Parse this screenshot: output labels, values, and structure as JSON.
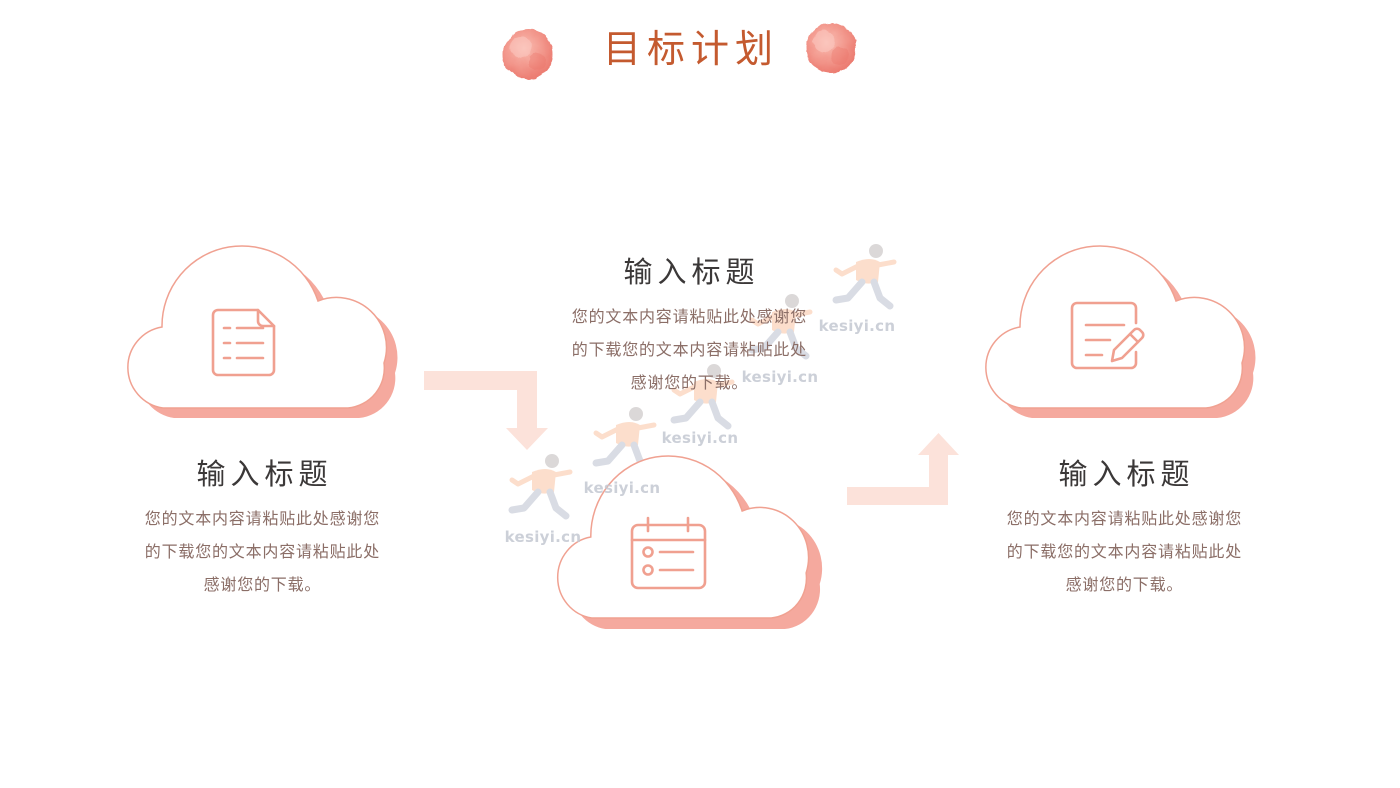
{
  "slide": {
    "title": "目标计划"
  },
  "steps": [
    {
      "heading": "输入标题",
      "body_lines": [
        "您的文本内容请粘贴此处感谢您",
        "的下载您的文本内容请粘贴此处",
        "感谢您的下载。"
      ],
      "icon": "document-list-icon"
    },
    {
      "heading": "输入标题",
      "body_lines": [
        "您的文本内容请粘贴此处感谢您",
        "的下载您的文本内容请粘贴此处",
        "感谢您的下载。"
      ],
      "icon": "calendar-icon"
    },
    {
      "heading": "输入标题",
      "body_lines": [
        "您的文本内容请粘贴此处感谢您",
        "的下载您的文本内容请粘贴此处",
        "感谢您的下载。"
      ],
      "icon": "edit-document-icon"
    }
  ],
  "watermark": {
    "texts": [
      "kesiyi.cn",
      "kesiyi.cn",
      "kesiyi.cn",
      "kesiyi.cn",
      "kesiyi.cn"
    ]
  },
  "colors": {
    "title": "#c45a2f",
    "heading": "#3b3838",
    "body": "#8b6e67",
    "cloud_stroke": "#f0a191",
    "cloud_shadow": "#f5a99e",
    "arrow": "#fce2da",
    "icon": "#f0a090",
    "watermark": "#c4c8d2"
  }
}
